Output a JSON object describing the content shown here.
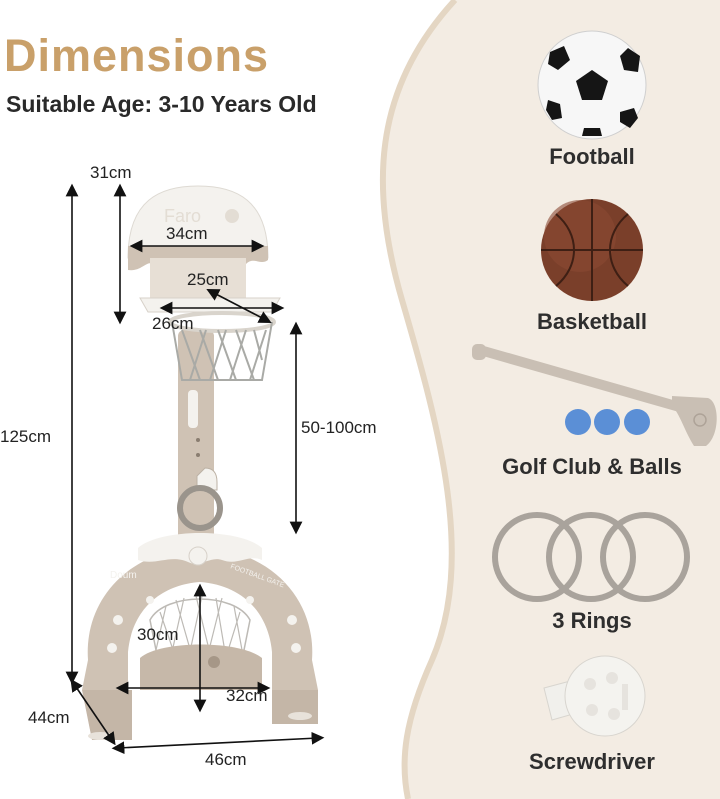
{
  "header": {
    "title": "Dimensions",
    "subtitle": "Suitable Age: 3-10 Years Old"
  },
  "dimensions": {
    "backboard_height": "31cm",
    "backboard_width": "34cm",
    "hoop_depth": "25cm",
    "hoop_width": "26cm",
    "total_height": "125cm",
    "adjustable_height": "50-100cm",
    "goal_height": "30cm",
    "goal_width": "32cm",
    "base_depth": "44cm",
    "base_width": "46cm"
  },
  "product": {
    "backboard_brand": "Faro",
    "goal_brand": "Doum",
    "goal_text": "FOOTBALL GATE"
  },
  "accessories": [
    {
      "label": "Football",
      "icon": "football-icon"
    },
    {
      "label": "Basketball",
      "icon": "basketball-icon"
    },
    {
      "label": "Golf Club & Balls",
      "icon": "golf-club-icon"
    },
    {
      "label": "3 Rings",
      "icon": "rings-icon"
    },
    {
      "label": "Screwdriver",
      "icon": "screwdriver-icon"
    }
  ],
  "colors": {
    "title": "#c9a06a",
    "product_body": "#cfc2b4",
    "product_white": "#f4f2ee",
    "wave": "#f3ece3",
    "ball_blue": "#5b8fd6",
    "basketball": "#7a3f2a"
  }
}
